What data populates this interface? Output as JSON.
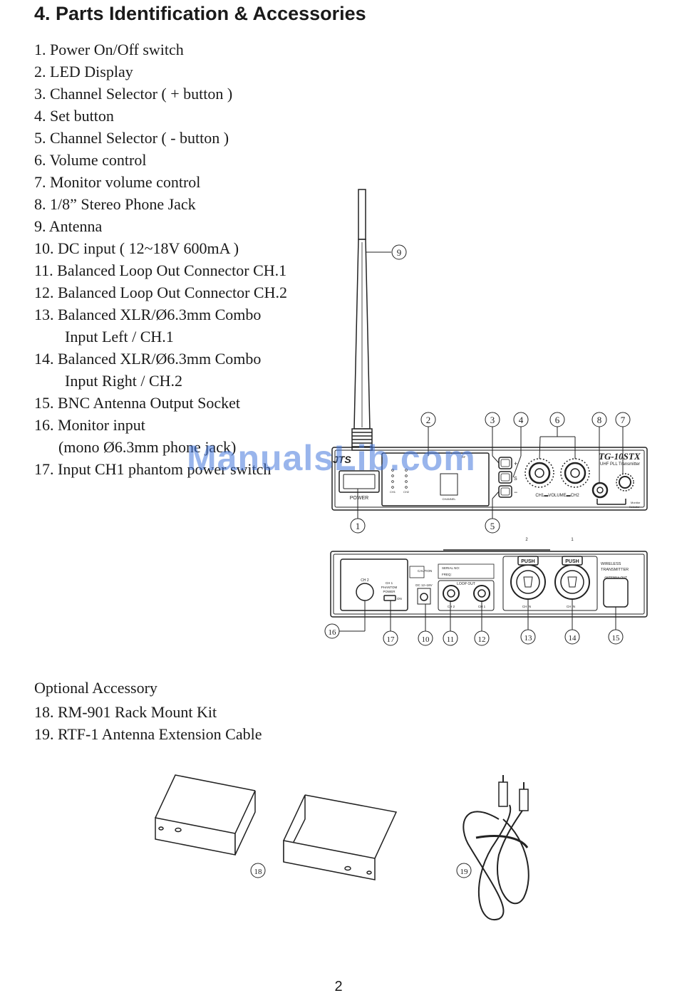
{
  "page": {
    "title": "4. Parts Identification & Accessories",
    "page_number": "2"
  },
  "parts": [
    {
      "text": "1. Power On/Off switch"
    },
    {
      "text": "2. LED Display"
    },
    {
      "text": "3. Channel Selector ( + button )"
    },
    {
      "text": "4. Set button"
    },
    {
      "text": "5. Channel Selector ( - button )"
    },
    {
      "text": "6. Volume control"
    },
    {
      "text": "7. Monitor volume control"
    },
    {
      "text": "8. 1/8”  Stereo Phone Jack"
    },
    {
      "text": "9. Antenna"
    },
    {
      "text": "10. DC input ( 12~18V 600mA )"
    },
    {
      "text": "11. Balanced Loop Out Connector CH.1"
    },
    {
      "text": "12. Balanced Loop Out Connector CH.2"
    },
    {
      "text": "13. Balanced XLR/Ø6.3mm Combo"
    },
    {
      "text": "Input Left / CH.1",
      "cont": true
    },
    {
      "text": "14. Balanced XLR/Ø6.3mm Combo"
    },
    {
      "text": "Input Right / CH.2",
      "cont": true
    },
    {
      "text": "15. BNC Antenna Output Socket"
    },
    {
      "text": "16. Monitor input"
    },
    {
      "text": "(mono Ø6.3mm phone jack)",
      "cont2": true
    },
    {
      "text": "17. Input CH1 phantom power switch"
    }
  ],
  "accessories": {
    "heading": "Optional Accessory",
    "items": [
      "18. RM-901 Rack Mount Kit",
      "19. RTF-1 Antenna Extension Cable"
    ]
  },
  "watermark": "ManualsLib.com",
  "front_panel": {
    "brand": "JTS",
    "model": "TG-10STX",
    "subtitle": "UHF PLL Transmitter",
    "power_label": "POWER",
    "volume_label": "CH1▬VOLUME▬CH2",
    "channel_label": "CHANNEL",
    "monitor_label": "Monitor",
    "selector_label": "Selector",
    "rf_label": "RF",
    "ch1_small": "CH1",
    "ch2_small": "CH2",
    "plus": "+",
    "minus": "−",
    "set": "S"
  },
  "rear_panel": {
    "ch2_label": "CH 2",
    "phantom_label_1": "CH 1",
    "phantom_label_2": "PHANTOM",
    "phantom_label_3": "POWER",
    "on_label": "ON",
    "caution": "CAUTION",
    "serial": "SERIAL NO:",
    "freq": "FREQ:",
    "dc_label": "DC 12~18V",
    "loop_out": "LOOP OUT",
    "loop_ch2": "CH 2",
    "loop_ch1": "CH 1",
    "push": "PUSH",
    "ch_in_a": "CH  IN",
    "ch_in_b": "CH  IN",
    "top_2": "2",
    "top_1": "1",
    "wireless_1": "WIRELESS",
    "wireless_2": "TRANSMITTER",
    "antenna_out": "ANTENNA OUT"
  },
  "callouts": {
    "c1": "1",
    "c2": "2",
    "c3": "3",
    "c4": "4",
    "c5": "5",
    "c6": "6",
    "c7": "7",
    "c8": "8",
    "c9": "9",
    "c10": "10",
    "c11": "11",
    "c12": "12",
    "c13": "13",
    "c14": "14",
    "c15": "15",
    "c16": "16",
    "c17": "17",
    "c18": "18",
    "c19": "19"
  }
}
